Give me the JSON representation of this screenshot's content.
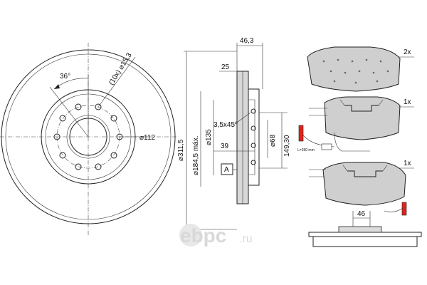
{
  "disc_front": {
    "angle_label": "36°",
    "holes_label": "(10x) ⌀15,3",
    "pcd_label": "⌀112"
  },
  "disc_section": {
    "outer_dia": "⌀311,5",
    "max_dia": "⌀184,5 máx.",
    "dia_135": "⌀135",
    "total_width": "46,3",
    "width_25": "25",
    "chamfer": "3,5x45°",
    "depth_39": "39",
    "dia_68": "⌀68",
    "dia_149": "149,30",
    "datum": "A"
  },
  "pads": {
    "qty_top": "2x",
    "qty_mid": "1x",
    "qty_bot": "1x",
    "sensor_text": "L=250 mm",
    "width_46": "46"
  },
  "watermark": {
    "brand": "ebpc",
    "tld": ".ru",
    "accent": "#e2231a"
  }
}
